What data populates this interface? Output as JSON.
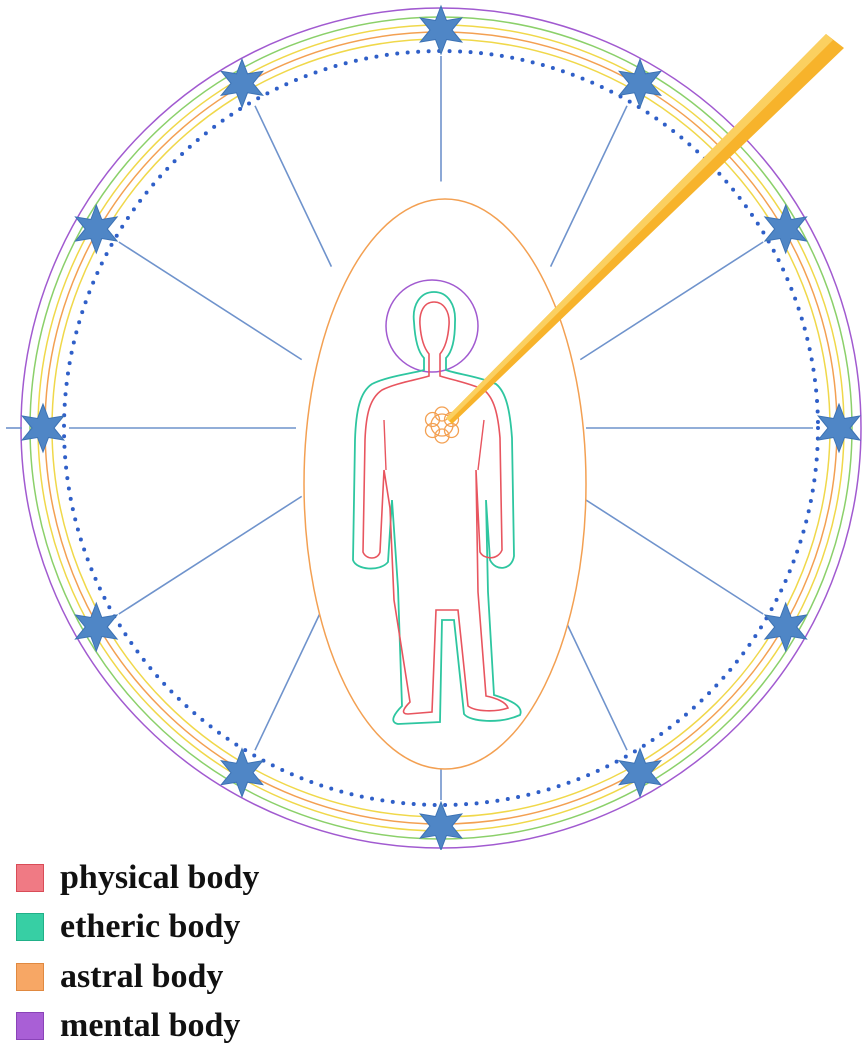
{
  "diagram": {
    "ring_count": 12,
    "colors": {
      "physical": "#e8555f",
      "etheric": "#2ec6a0",
      "astral": "#f3a052",
      "mental": "#a15ad0",
      "yellow": "#f0d84a",
      "green": "#8bd06a",
      "spokes": "#6f93cc",
      "stars": "#4f86c6",
      "dots": "#2f5fc8",
      "beam": "#f7b32b"
    }
  },
  "legend": {
    "items": [
      {
        "label": "physical body",
        "color": "#e8555f"
      },
      {
        "label": "etheric body",
        "color": "#2ec6a0"
      },
      {
        "label": "astral body",
        "color": "#f3a052"
      },
      {
        "label": "mental body",
        "color": "#a15ad0"
      }
    ]
  }
}
